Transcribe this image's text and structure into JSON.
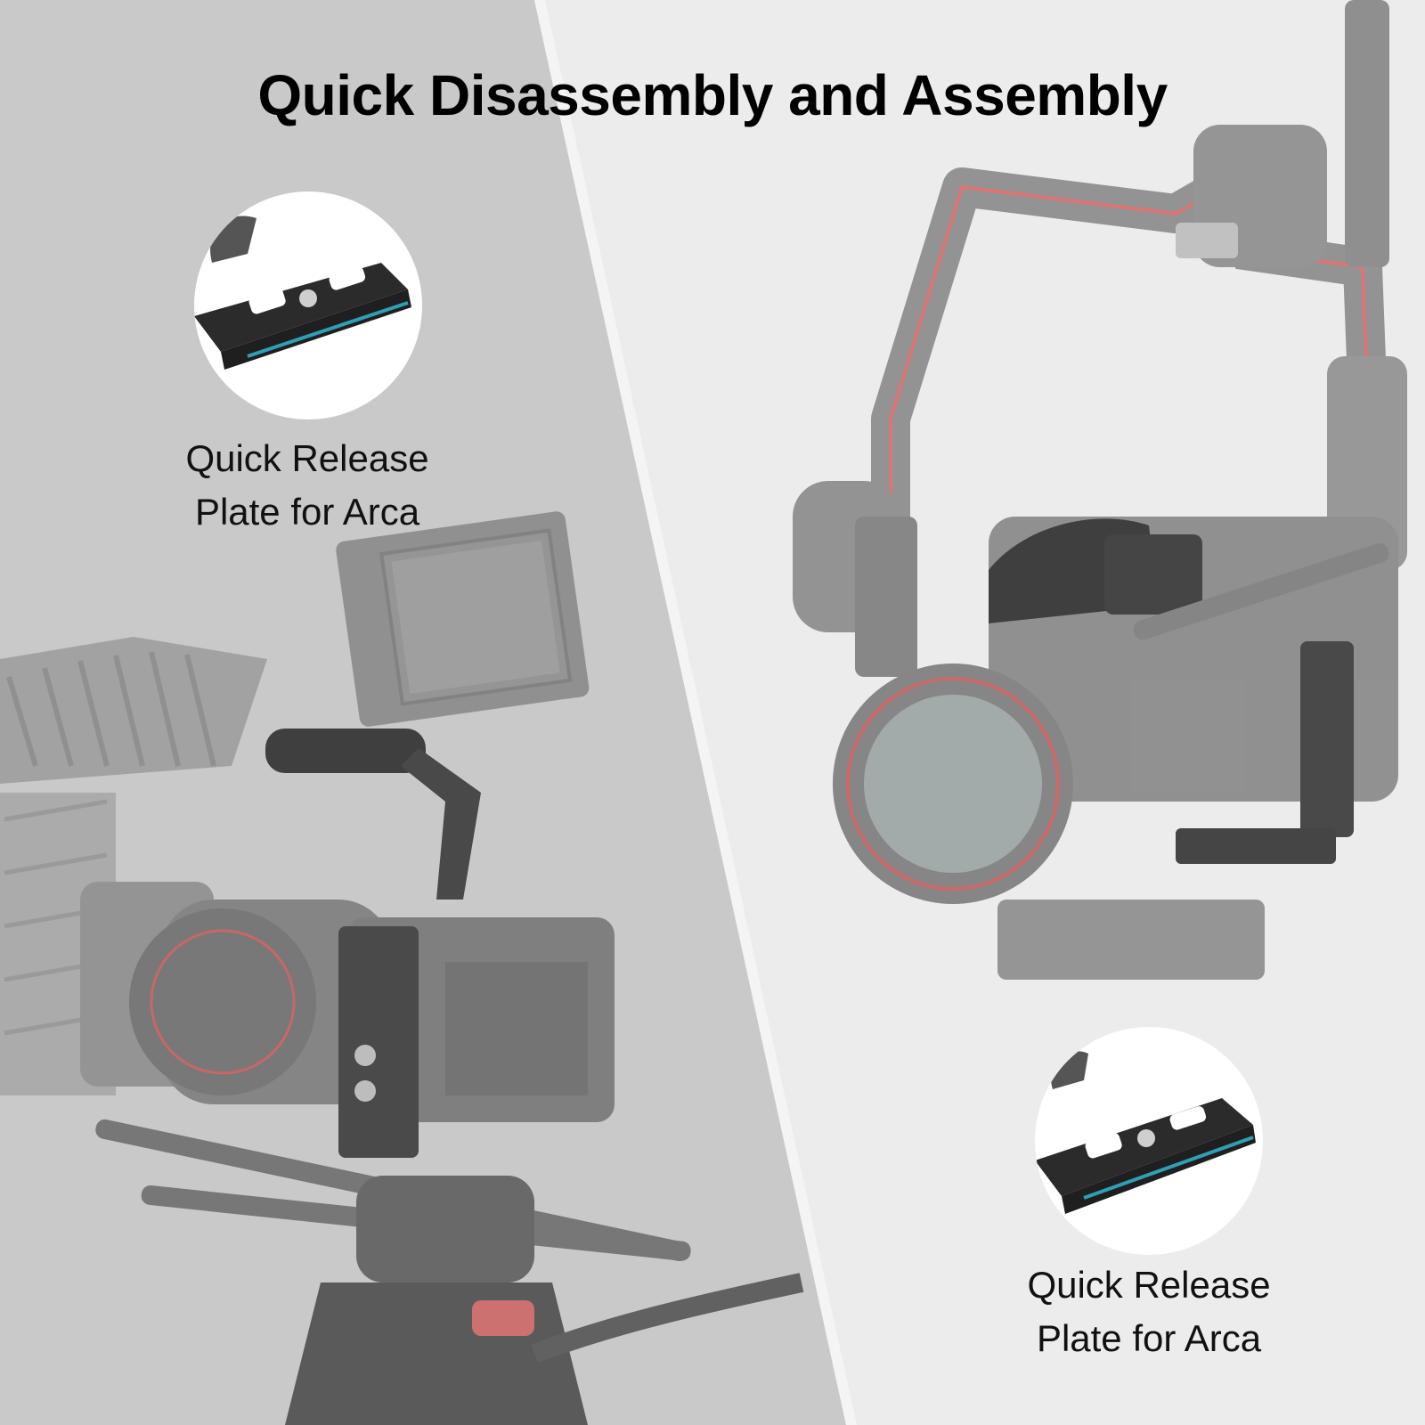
{
  "title": "Quick Disassembly and Assembly",
  "callouts": [
    {
      "line1": "Quick Release",
      "line2": "Plate for Arca"
    },
    {
      "line1": "Quick Release",
      "line2": "Plate for Arca"
    }
  ],
  "colors": {
    "background_left": "#c9c9c9",
    "background_right": "#ececec",
    "badge": "#ffffff",
    "plate_metal": "#2a2a2a",
    "plate_accent": "#2f9fb5",
    "gimbal_accent": "#d96a6a"
  }
}
